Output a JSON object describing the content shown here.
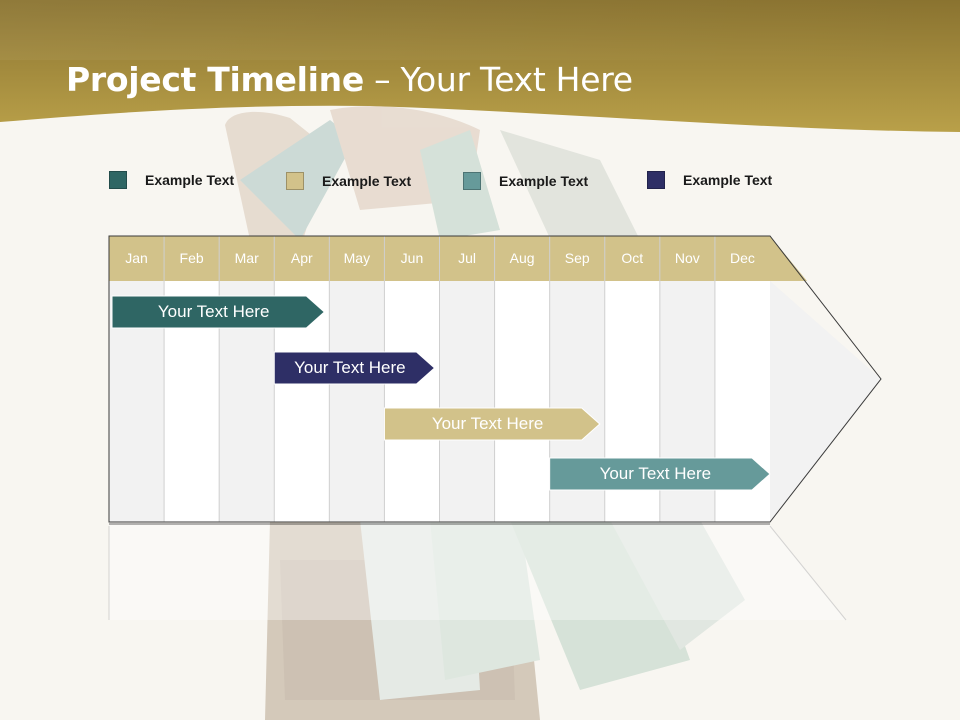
{
  "header": {
    "title_bold": "Project Timeline",
    "title_rest": " – Your Text Here"
  },
  "legend": [
    {
      "label": "Example Text",
      "color": "#2f6664"
    },
    {
      "label": "Example Text",
      "color": "#d2c28a"
    },
    {
      "label": "Example Text",
      "color": "#669a9a"
    },
    {
      "label": "Example Text",
      "color": "#2e2f66"
    }
  ],
  "timeline": {
    "months": [
      "Jan",
      "Feb",
      "Mar",
      "Apr",
      "May",
      "Jun",
      "Jul",
      "Aug",
      "Sep",
      "Oct",
      "Nov",
      "Dec"
    ],
    "tasks": [
      {
        "label": "Your  Text Here",
        "start_month": "Jan",
        "end_month": "Apr",
        "color": "#2f6664"
      },
      {
        "label": "Your  Text Here",
        "start_month": "Apr",
        "end_month": "Jun",
        "color": "#2e2f66"
      },
      {
        "label": "Your  Text Here",
        "start_month": "Jun",
        "end_month": "Sep",
        "color": "#d2c28a"
      },
      {
        "label": "Your  Text Here",
        "start_month": "Sep",
        "end_month": "Dec",
        "color": "#669a9a"
      }
    ]
  },
  "colors": {
    "header_band": "#a8903e",
    "month_header": "#d2c28a",
    "column_light": "#f2f2f2",
    "column_white": "#ffffff"
  }
}
